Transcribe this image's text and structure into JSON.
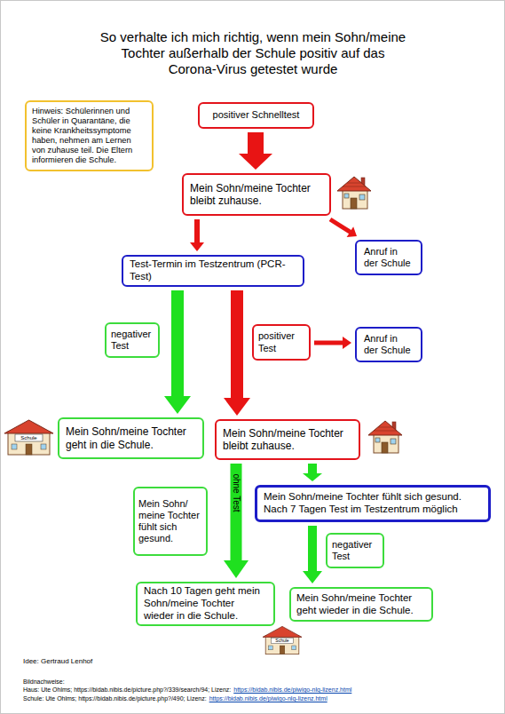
{
  "diagram": {
    "title": "So verhalte ich mich richtig, wenn mein Sohn/meine Tochter außerhalb der Schule positiv auf das Corona-Virus getestet wurde",
    "nodes": [
      {
        "text": [
          "Hinweis: Schülerinnen und Schüler in Quarantäne, die keine Krankheitssymptome haben, nehmen am Lernen von zuhause teil. Die Eltern informieren die Schule."
        ]
      },
      {
        "text": [
          "positiver Schnelltest"
        ]
      },
      {
        "text": [
          "Mein Sohn/meine Tochter bleibt zuhause."
        ]
      },
      {
        "text": [
          "Test-Termin im Testzentrum (PCR-Test)"
        ]
      },
      {
        "text": [
          "Anruf in der Schule"
        ]
      },
      {
        "text": [
          "negativer Test"
        ]
      },
      {
        "text": [
          "positiver Test"
        ]
      },
      {
        "text": [
          "Anruf in der Schule"
        ]
      },
      {
        "text": [
          "Mein Sohn/meine Tochter geht in die Schule."
        ]
      },
      {
        "text": [
          "Mein Sohn/meine Tochter bleibt zuhause."
        ]
      },
      {
        "text": [
          "Mein Sohn/ meine Tochter fühlt sich gesund."
        ]
      },
      {
        "text": [
          "Mein Sohn/meine Tochter fühlt sich gesund. Nach 7 Tagen Test im Testzentrum möglich"
        ]
      },
      {
        "text": [
          "negativer Test"
        ]
      },
      {
        "text": [
          "Nach 10 Tagen geht mein Sohn/meine Tochter wieder in die Schule."
        ]
      },
      {
        "text": [
          "Mein Sohn/meine Tochter geht wieder in die Schule."
        ]
      }
    ],
    "edges": [
      {
        "from": 1,
        "to": 2,
        "arrow": "to"
      },
      {
        "from": 2,
        "to": 3,
        "arrow": "to"
      },
      {
        "from": 2,
        "to": 4,
        "arrow": "to"
      },
      {
        "from": 3,
        "to": 8,
        "arrow": "to"
      },
      {
        "from": 6,
        "to": 7,
        "arrow": "to"
      },
      {
        "from": 3,
        "to": 9,
        "arrow": "to"
      },
      {
        "from": 9,
        "to": 11,
        "arrow": "to"
      },
      {
        "from": 9,
        "to": 13,
        "label": "ohne Test",
        "arrow": "to"
      },
      {
        "from": 11,
        "to": 14,
        "arrow": "to"
      }
    ],
    "labels": [
      "Schule",
      "Schule",
      "Idee: Gertraud Lenhof",
      "Bildnachweise:",
      "Haus: Ute Ohlms; https://bidab.nibis.de/picture.php?/339/search/94; Lizenz:",
      "https://bidab.nibis.de/piwigo-nlq-lizenz.html",
      "Schule: Ute Ohlms; https://bidab.nibis.de/picture.php?/490; Lizenz:",
      "https://bidab.nibis.de/piwigo-nlq-lizenz.html"
    ]
  }
}
